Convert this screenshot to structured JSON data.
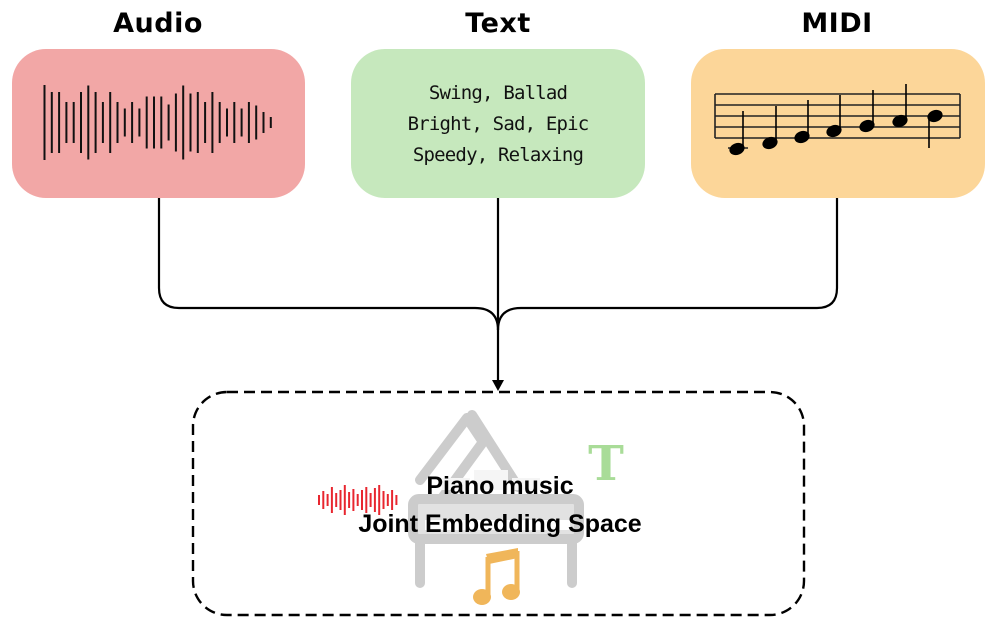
{
  "modalities": {
    "audio": {
      "title": "Audio",
      "color": "#f2a7a6",
      "waveform_heights": [
        75,
        61,
        61,
        41,
        41,
        61,
        74,
        61,
        41,
        61,
        41,
        28,
        41,
        28,
        52,
        52,
        52,
        36,
        58,
        74,
        58,
        61,
        41,
        61,
        41,
        28,
        41,
        28,
        41,
        34,
        21,
        11
      ]
    },
    "text": {
      "title": "Text",
      "color": "#c6e8bd",
      "lines": [
        "Swing, Ballad",
        "Bright, Sad, Epic",
        "Speedy, Relaxing"
      ]
    },
    "midi": {
      "title": "MIDI",
      "color": "#fcd699"
    }
  },
  "embedding": {
    "line1": "Piano music",
    "line2": "Joint Embedding Space",
    "text_icon_glyph": "T",
    "colors": {
      "piano": "#cccccc",
      "text_icon": "#a9dc98",
      "note_icon": "#f0b65a",
      "audio_icon": "#e8262f"
    }
  }
}
